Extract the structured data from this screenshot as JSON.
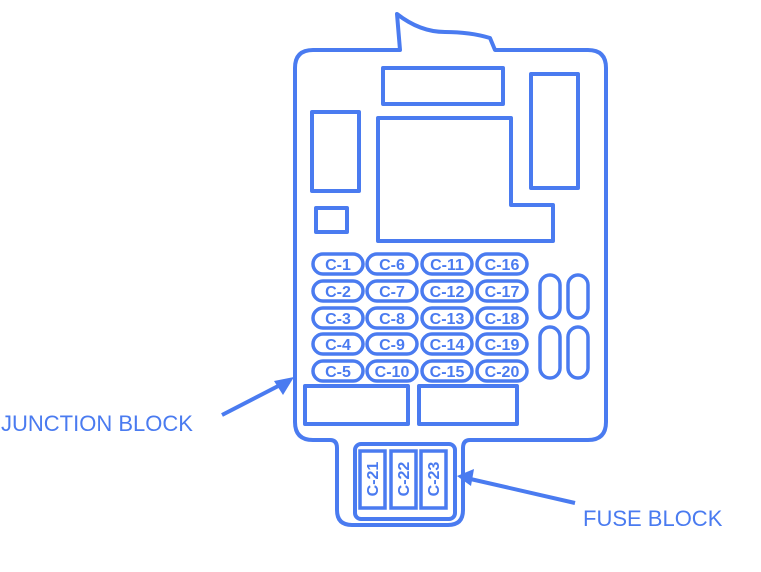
{
  "colors": {
    "line": "#4a7bf0"
  },
  "labels": {
    "junction_block": "JUNCTION BLOCK",
    "fuse_block": "FUSE BLOCK"
  },
  "connectors": [
    "C-1",
    "C-2",
    "C-3",
    "C-4",
    "C-5",
    "C-6",
    "C-7",
    "C-8",
    "C-9",
    "C-10",
    "C-11",
    "C-12",
    "C-13",
    "C-14",
    "C-15",
    "C-16",
    "C-17",
    "C-18",
    "C-19",
    "C-20"
  ],
  "fuse_connectors": [
    "C-21",
    "C-22",
    "C-23"
  ]
}
